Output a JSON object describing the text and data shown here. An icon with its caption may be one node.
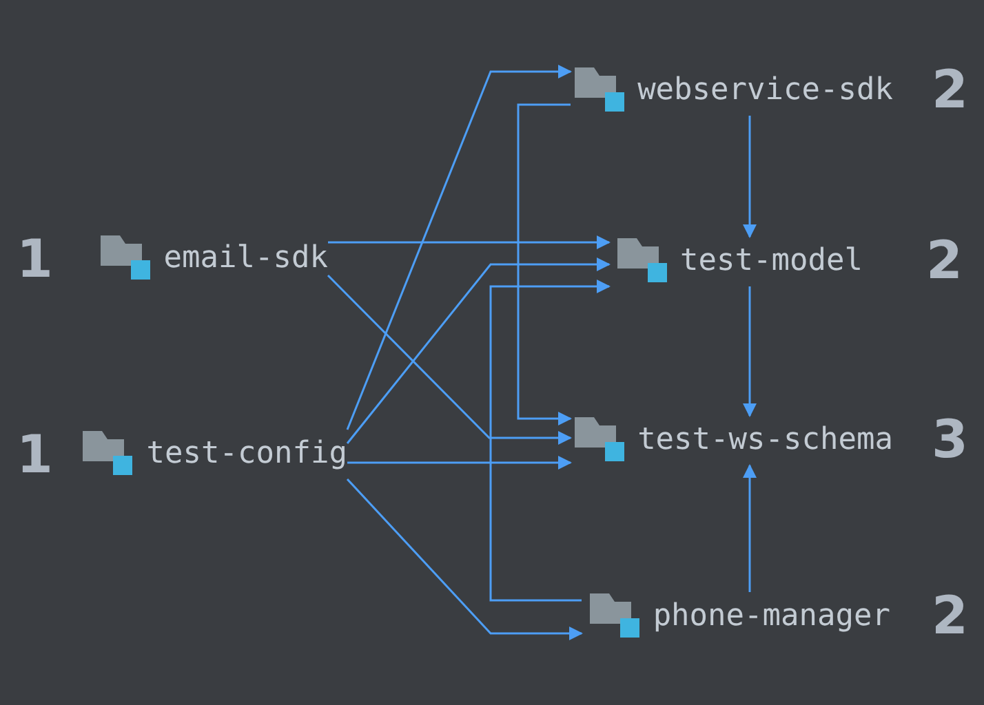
{
  "diagram": {
    "nodes": [
      {
        "text": [
          "webservice-sdk"
        ]
      },
      {
        "text": [
          "email-sdk"
        ],
        "beside": [
          "1"
        ]
      },
      {
        "text": [
          "test-model"
        ]
      },
      {
        "text": [
          "test-config"
        ],
        "beside": [
          "1"
        ]
      },
      {
        "text": [
          "test-ws-schema"
        ]
      },
      {
        "text": [
          "phone-manager"
        ]
      }
    ],
    "edges": [
      {
        "from": 1,
        "to": 2,
        "arrow": "to"
      },
      {
        "from": 1,
        "to": 4,
        "arrow": "to"
      },
      {
        "from": 3,
        "to": 0,
        "arrow": "to"
      },
      {
        "from": 3,
        "to": 2,
        "arrow": "to"
      },
      {
        "from": 3,
        "to": 4,
        "arrow": "to"
      },
      {
        "from": 3,
        "to": 5,
        "arrow": "to"
      },
      {
        "from": 0,
        "to": 4,
        "arrow": "to"
      },
      {
        "from": 5,
        "to": 2,
        "arrow": "to"
      },
      {
        "from": 0,
        "to": 2,
        "arrow": "to"
      },
      {
        "from": 2,
        "to": 4,
        "arrow": "to"
      },
      {
        "from": 5,
        "to": 4,
        "arrow": "to"
      }
    ],
    "labels": [
      "2",
      "2",
      "3",
      "2"
    ]
  }
}
